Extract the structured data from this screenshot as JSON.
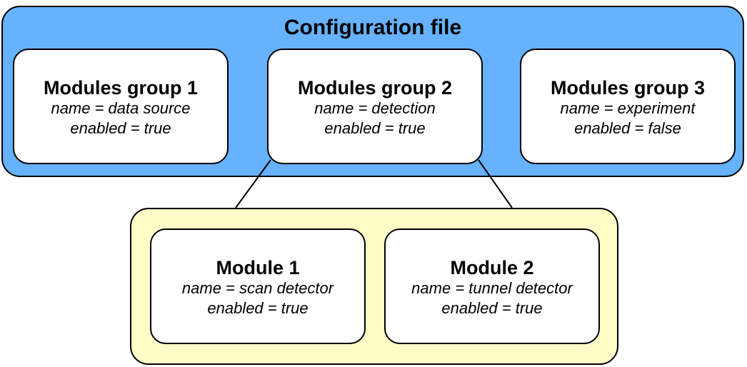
{
  "configuration": {
    "title": "Configuration file",
    "groups": [
      {
        "title": "Modules group 1",
        "name_line": "name = data source",
        "enabled_line": "enabled = true"
      },
      {
        "title": "Modules group 2",
        "name_line": "name = detection",
        "enabled_line": "enabled = true"
      },
      {
        "title": "Modules group 3",
        "name_line": "name = experiment",
        "enabled_line": "enabled = false"
      }
    ]
  },
  "modules": [
    {
      "title": "Module 1",
      "name_line": "name = scan detector",
      "enabled_line": "enabled = true"
    },
    {
      "title": "Module 2",
      "name_line": "name = tunnel detector",
      "enabled_line": "enabled = true"
    }
  ],
  "colors": {
    "config_fill": "#66b2ff",
    "modules_fill": "#fffcc8",
    "box_fill": "#ffffff",
    "stroke": "#000000"
  }
}
